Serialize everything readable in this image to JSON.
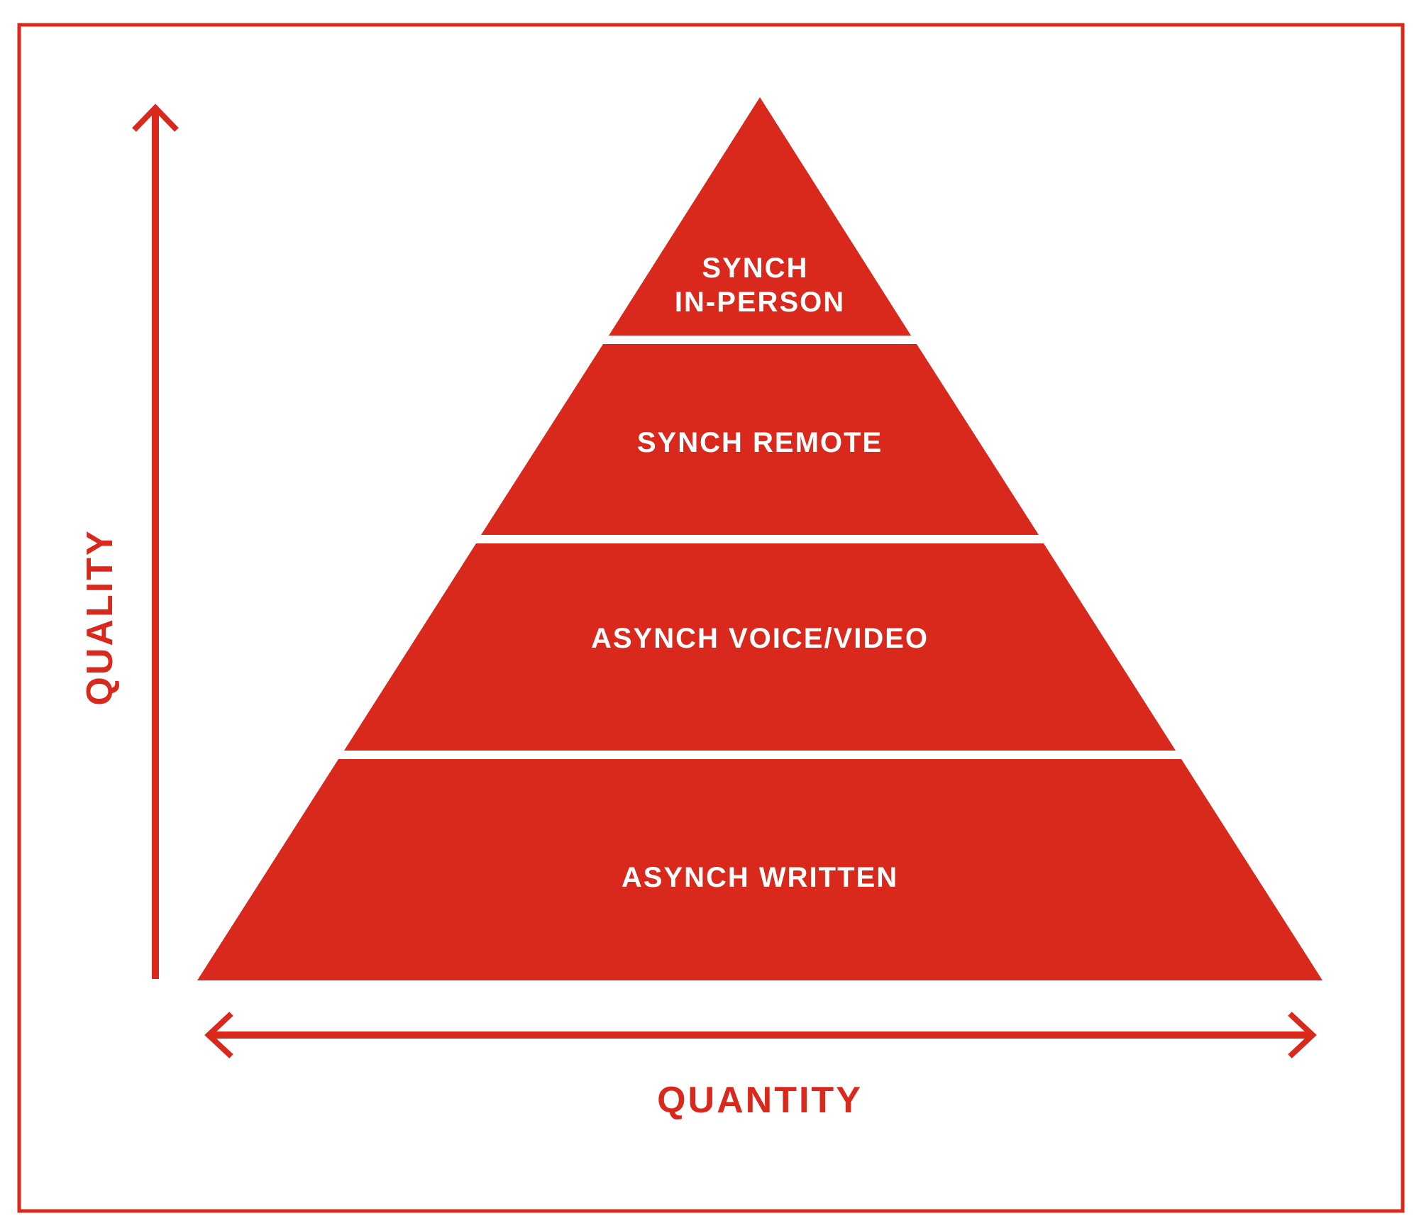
{
  "colors": {
    "accent": "#d8291c",
    "background": "#ffffff",
    "tier_text": "#ffffff"
  },
  "pyramid": {
    "tiers": [
      {
        "label_lines": [
          "SYNCH",
          "IN-PERSON"
        ]
      },
      {
        "label_lines": [
          "SYNCH REMOTE"
        ]
      },
      {
        "label_lines": [
          "ASYNCH VOICE/VIDEO"
        ]
      },
      {
        "label_lines": [
          "ASYNCH WRITTEN"
        ]
      }
    ]
  },
  "axes": {
    "vertical_label": "QUALITY",
    "horizontal_label": "QUANTITY"
  }
}
